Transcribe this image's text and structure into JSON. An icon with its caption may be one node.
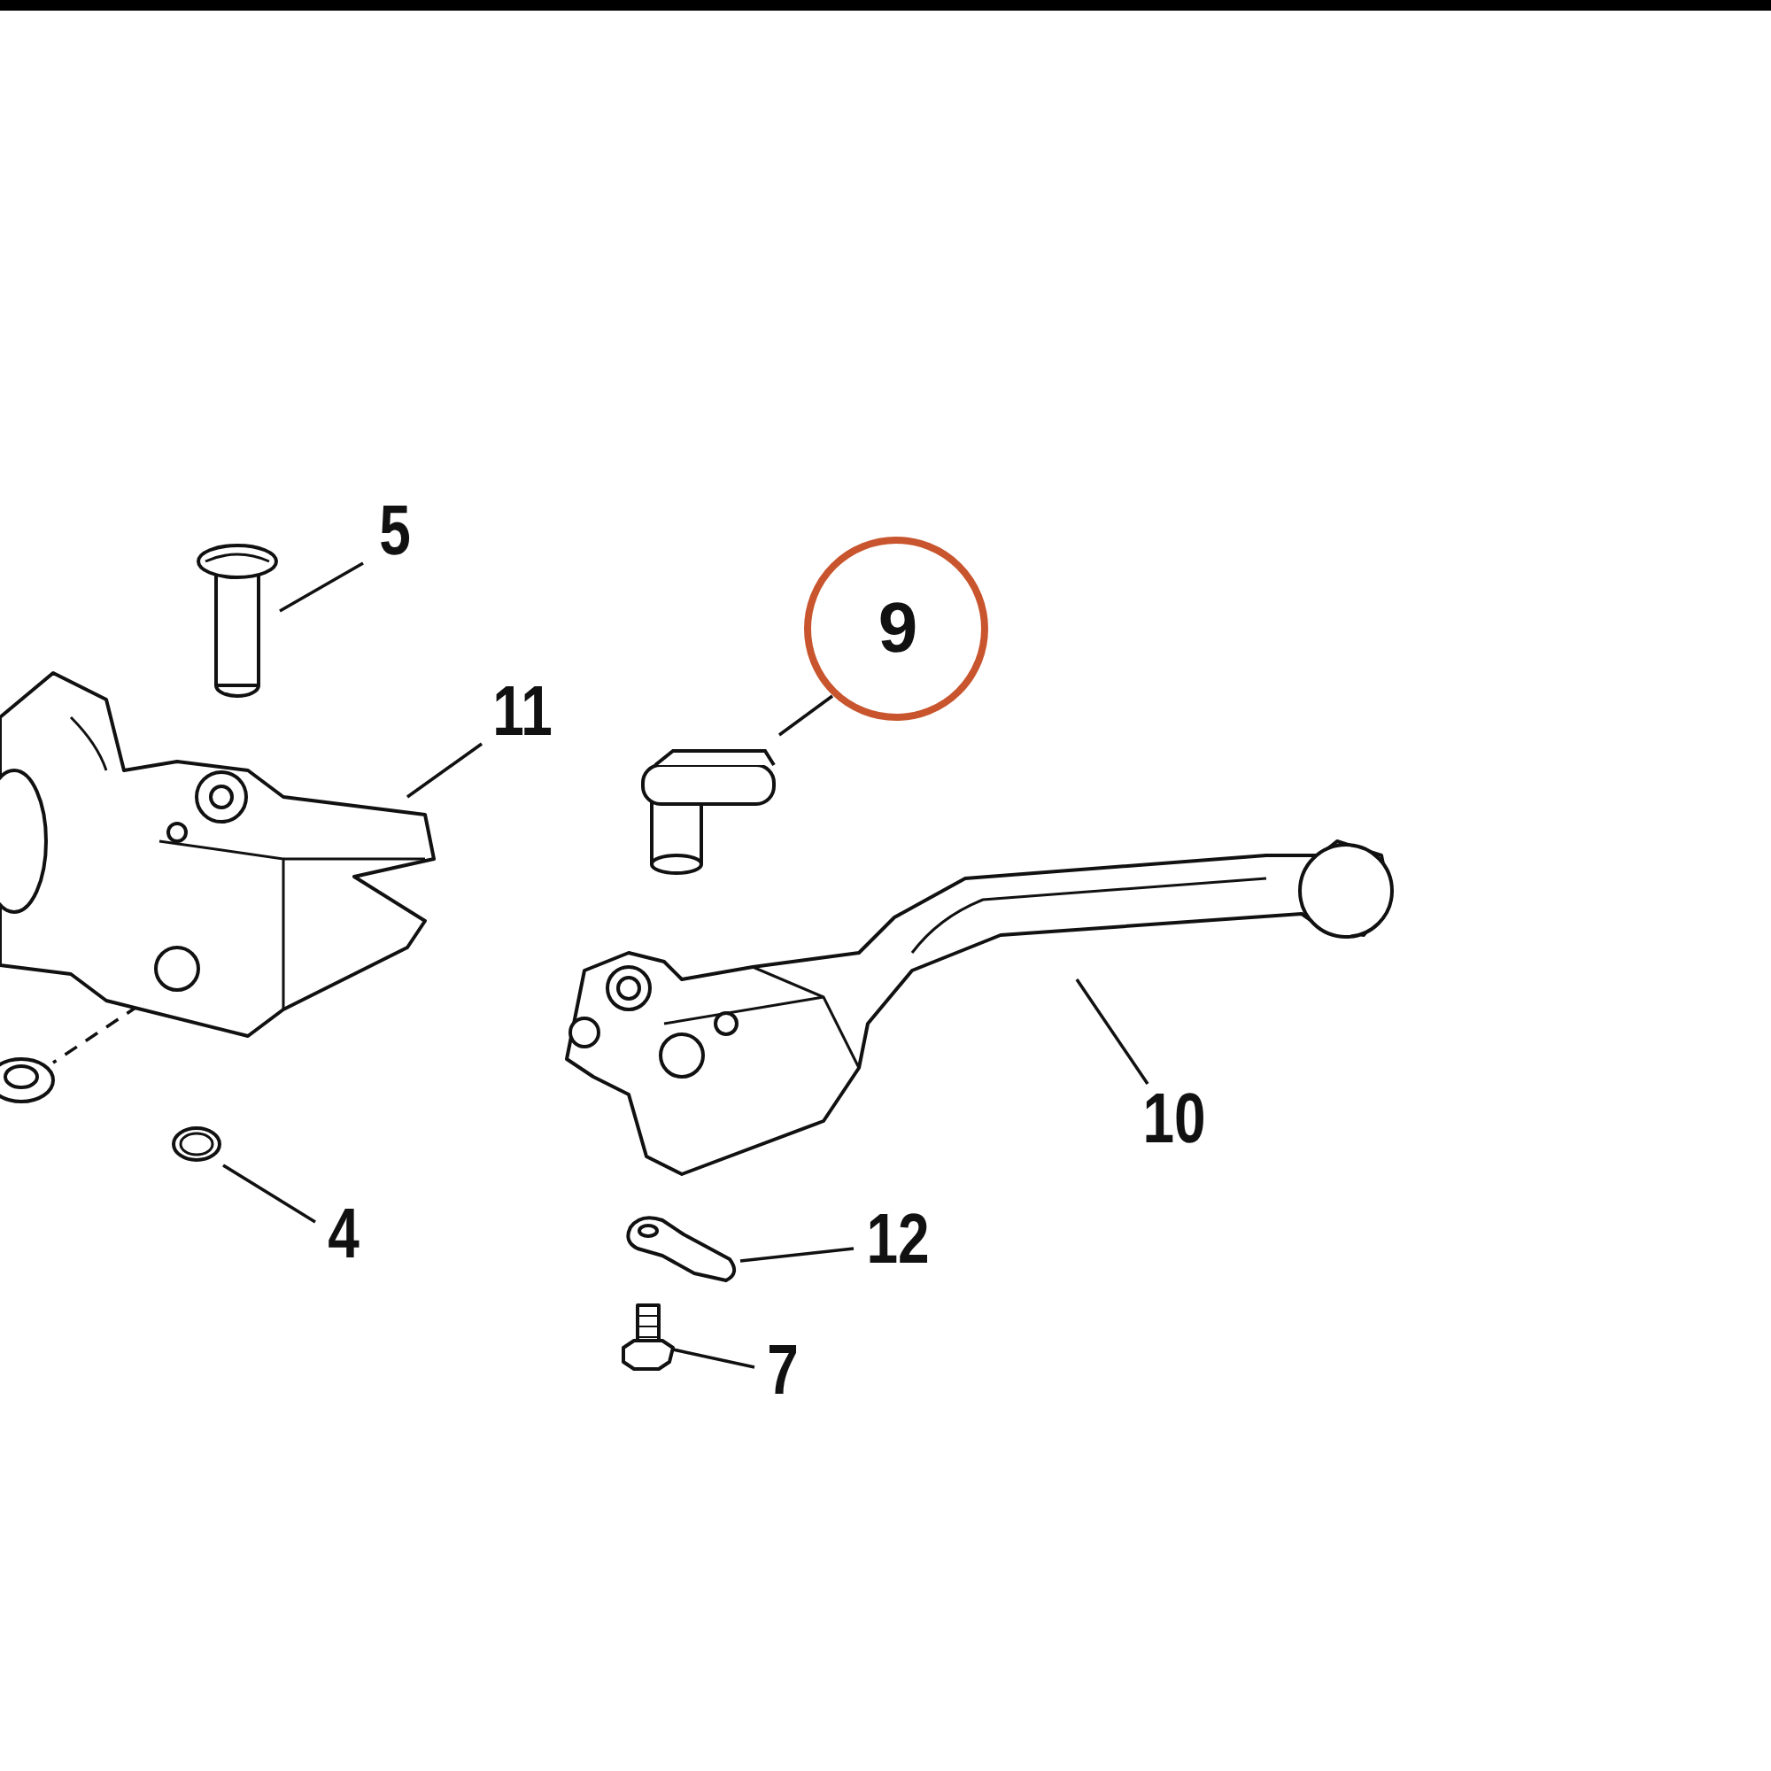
{
  "diagram": {
    "nodes": [
      {
        "text": [
          "5"
        ]
      },
      {
        "text": [],
        "shape": "picture"
      },
      {
        "text": [
          "11"
        ]
      },
      {
        "text": [],
        "shape": "picture"
      },
      {
        "text": [
          "9"
        ]
      },
      {
        "text": [],
        "shape": "picture"
      },
      {
        "text": [
          "10"
        ]
      },
      {
        "text": [],
        "shape": "picture"
      },
      {
        "text": [],
        "shape": "picture"
      },
      {
        "text": [
          "4"
        ]
      },
      {
        "text": [],
        "shape": "picture"
      },
      {
        "text": [
          "12"
        ]
      },
      {
        "text": [],
        "shape": "picture"
      },
      {
        "text": [
          "7"
        ]
      },
      {
        "text": [],
        "shape": "picture"
      }
    ],
    "edges": [
      {
        "from": 0,
        "to": 1,
        "arrow": "none"
      },
      {
        "from": 2,
        "to": 3,
        "arrow": "none"
      },
      {
        "from": 4,
        "to": 5,
        "arrow": "none"
      },
      {
        "from": 6,
        "to": 7,
        "arrow": "none"
      },
      {
        "from": 3,
        "to": 8,
        "arrow": "none",
        "style": "dashed"
      },
      {
        "from": 9,
        "to": 10,
        "arrow": "none"
      },
      {
        "from": 11,
        "to": 12,
        "arrow": "none"
      },
      {
        "from": 13,
        "to": 14,
        "arrow": "none"
      }
    ]
  }
}
